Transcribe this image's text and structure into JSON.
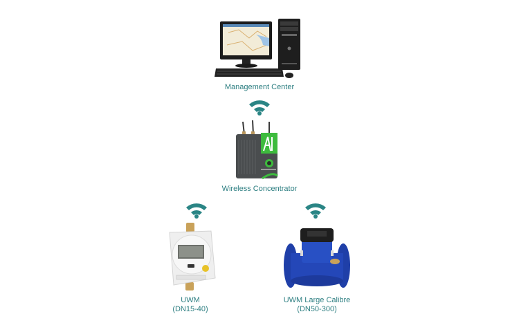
{
  "colors": {
    "accent": "#2a8585",
    "label": "#2e7f82",
    "background": "#ffffff"
  },
  "nodes": {
    "management_center": {
      "label": "Management Center",
      "icon": "desktop-computer"
    },
    "wireless_concentrator": {
      "label": "Wireless Concentrator",
      "icon": "concentrator-device"
    },
    "uwm": {
      "label_line1": "UWM",
      "label_line2": "(DN15-40)",
      "icon": "small-water-meter"
    },
    "uwm_large": {
      "label_line1": "UWM Large Calibre",
      "label_line2": "(DN50-300)",
      "icon": "large-water-meter"
    }
  },
  "links": [
    {
      "from": "wireless_concentrator",
      "to": "management_center",
      "icon": "wifi-icon"
    },
    {
      "from": "uwm",
      "to": "wireless_concentrator",
      "icon": "wifi-icon"
    },
    {
      "from": "uwm_large",
      "to": "wireless_concentrator",
      "icon": "wifi-icon"
    }
  ]
}
